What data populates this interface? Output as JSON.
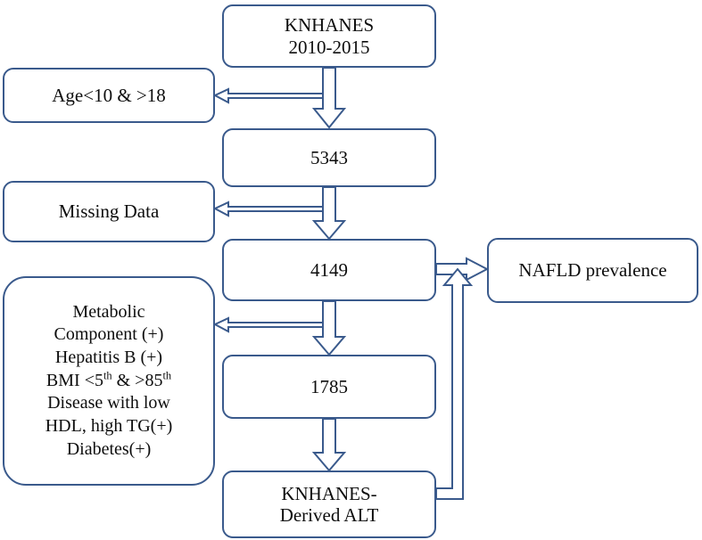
{
  "diagram": {
    "title": "KNHANES NAFLD study participant flow",
    "accent_color": "#3a5a8c",
    "background_color": "#ffffff",
    "text_color": "#0d0d0d"
  },
  "nodes": {
    "source": {
      "line1": "KNHANES",
      "line2": "2010-2015"
    },
    "count_5343": "5343",
    "count_4149": "4149",
    "count_1785": "1785",
    "derived_alt": {
      "line1": "KNHANES-",
      "line2": "Derived ALT"
    },
    "outcome": "NAFLD prevalence",
    "exclusions": {
      "age": "Age<10 & >18",
      "missing": "Missing Data",
      "criteria": {
        "line1": "Metabolic",
        "line2": "Component (+)",
        "line3": "Hepatitis B (+)",
        "line4_a": "BMI <5",
        "line4_sup1": "th",
        "line4_b": " & >85",
        "line4_sup2": "th",
        "line5": "Disease with low",
        "line6": "HDL, high TG(+)",
        "line7": "Diabetes(+)"
      }
    }
  },
  "connectors": [
    {
      "name": "source-to-5343",
      "direction": "down"
    },
    {
      "name": "5343-exclude-age",
      "direction": "left"
    },
    {
      "name": "5343-to-4149",
      "direction": "down"
    },
    {
      "name": "4149-exclude-missing",
      "direction": "left"
    },
    {
      "name": "4149-to-1785",
      "direction": "down"
    },
    {
      "name": "1785-exclude-criteria",
      "direction": "left"
    },
    {
      "name": "1785-to-derived-alt",
      "direction": "down"
    },
    {
      "name": "4149-to-nafld-prevalence",
      "direction": "right"
    },
    {
      "name": "derived-alt-to-nafld-prevalence",
      "direction": "up-elbow"
    }
  ]
}
